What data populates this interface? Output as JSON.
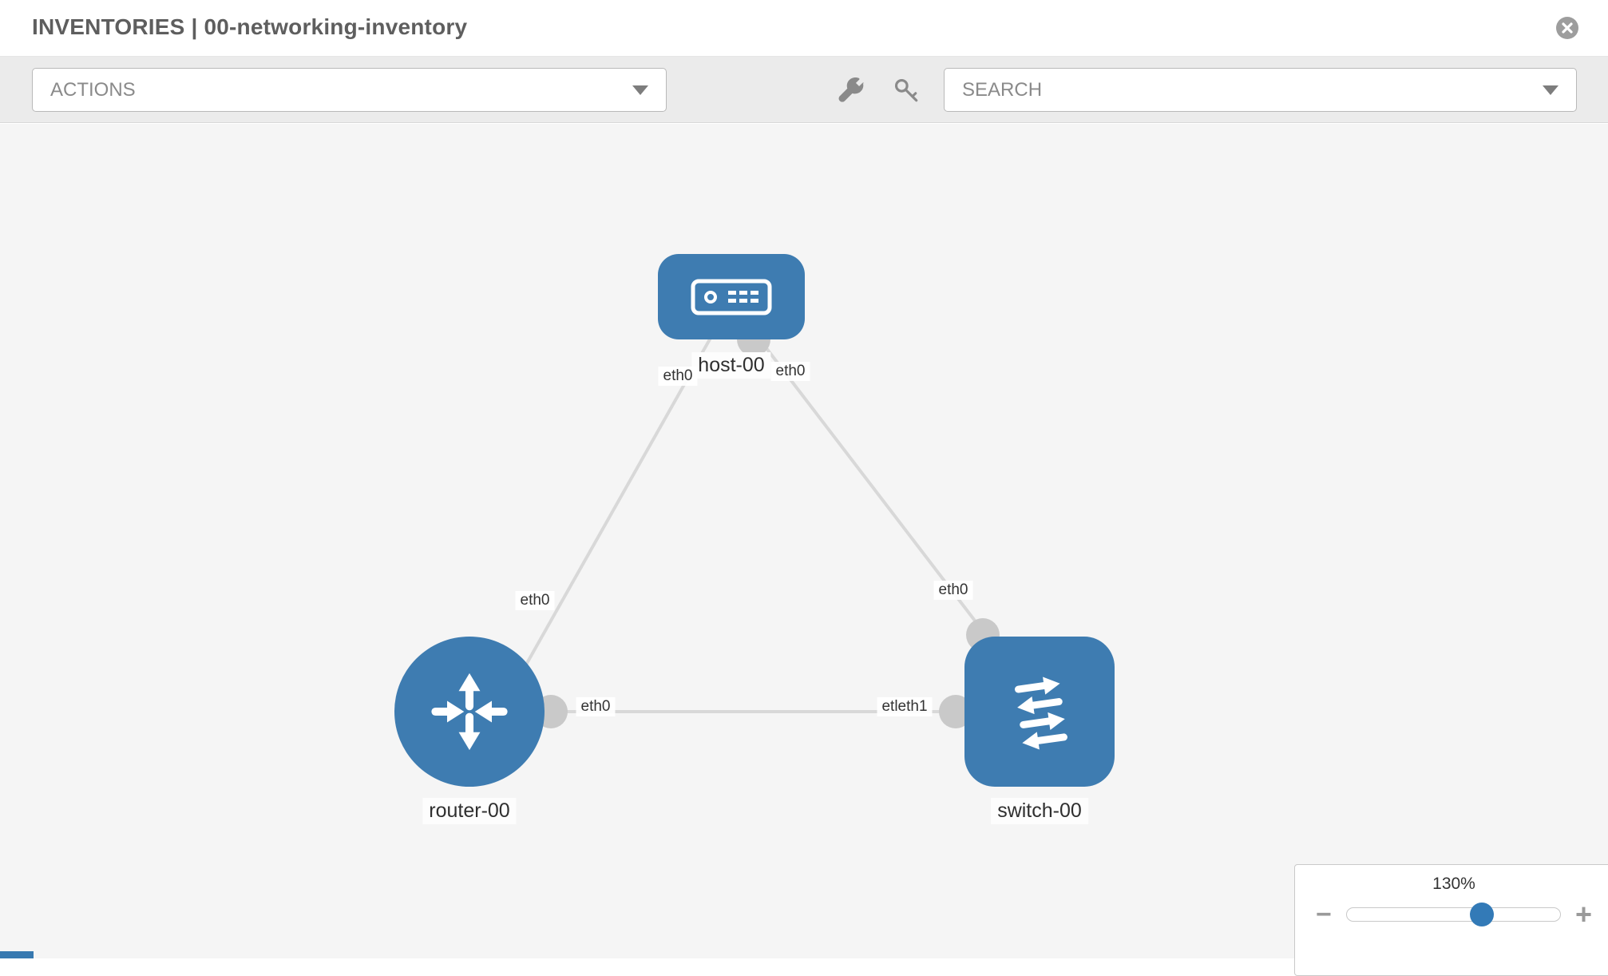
{
  "header": {
    "title": "INVENTORIES | 00-networking-inventory"
  },
  "toolbar": {
    "actions_label": "ACTIONS",
    "search_label": "SEARCH"
  },
  "topology": {
    "nodes": [
      {
        "label": "host-00",
        "type": "host"
      },
      {
        "label": "router-00",
        "type": "router"
      },
      {
        "label": "switch-00",
        "type": "switch"
      }
    ],
    "interfaces": [
      {
        "text": "eth0",
        "at": "host-left"
      },
      {
        "text": "eth0",
        "at": "host-right"
      },
      {
        "text": "eth0",
        "at": "router-top"
      },
      {
        "text": "eth0",
        "at": "router-right"
      },
      {
        "text": "eth0",
        "at": "switch-top"
      },
      {
        "text": "etleth1",
        "at": "switch-left"
      }
    ]
  },
  "zoom": {
    "level": "130%",
    "minus_label": "−",
    "plus_label": "+"
  },
  "colors": {
    "node_blue": "#3e7cb1",
    "slider_handle_blue": "#337ab7",
    "link_gray": "#d8d8d8",
    "interface_dot_gray": "#c9c9c9",
    "toolbar_bg": "#ebebeb",
    "canvas_bg": "#f5f5f5"
  }
}
